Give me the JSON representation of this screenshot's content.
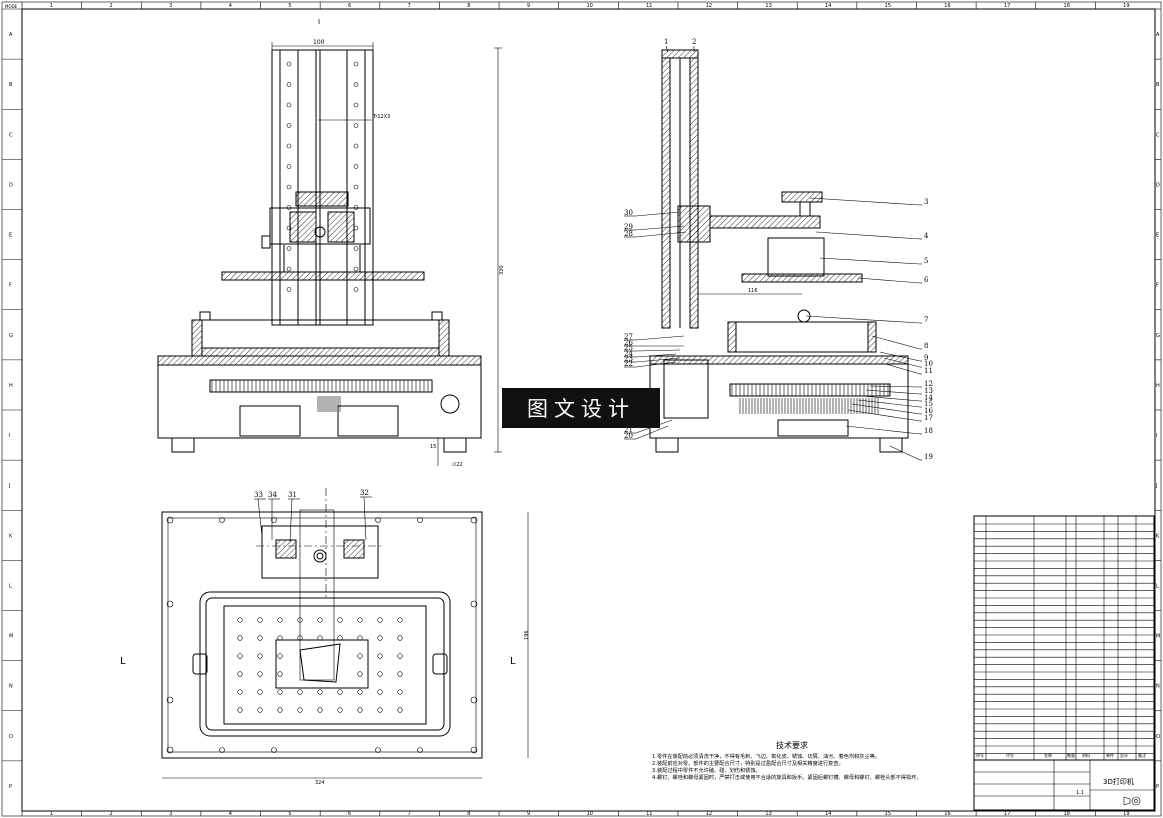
{
  "sheet": {
    "corner_label": "MODE",
    "col_labels": [
      "1",
      "2",
      "3",
      "4",
      "5",
      "6",
      "7",
      "8",
      "9",
      "10",
      "11",
      "12",
      "13",
      "14",
      "15",
      "16",
      "17",
      "18",
      "19"
    ],
    "row_labels": [
      "A",
      "B",
      "C",
      "D",
      "E",
      "F",
      "G",
      "H",
      "I",
      "J",
      "K",
      "L",
      "M",
      "N",
      "O",
      "P"
    ]
  },
  "front_view": {
    "marker": "I",
    "dim_top": "100",
    "screw_label": "Tr12X3",
    "dim_height": "330",
    "dim_foot": "15",
    "dim_foot_dia": "∅22"
  },
  "side_view": {
    "dim_arm": "116",
    "callouts": [
      "1",
      "2",
      "3",
      "4",
      "5",
      "6",
      "7",
      "8",
      "9",
      "10",
      "11",
      "12",
      "13",
      "14",
      "15",
      "16",
      "17",
      "18",
      "19",
      "20",
      "21",
      "22",
      "23",
      "24",
      "25",
      "26",
      "27",
      "28",
      "29",
      "30"
    ]
  },
  "top_view": {
    "callouts": [
      "33",
      "34",
      "31",
      "32"
    ],
    "dim_width": "324",
    "dim_height": "196",
    "section_left": "L",
    "section_right": "L"
  },
  "watermark": "图文设计",
  "tech_requirements": {
    "title": "技术要求",
    "lines": [
      "1.零件在装配前必须清洗干净，不得有毛刺、飞边、氧化皮、锈蚀、切屑、油污、着色剂和灰尘等。",
      "2.装配前应对零、部件的主要配合尺寸，特别是过盈配合尺寸及相关精度进行复查。",
      "3.装配过程中零件不允许磕、碰、划伤和锈蚀。",
      "4.螺钉、螺栓和螺母紧固时，严禁打击或使用不合适的旋具和扳手。紧固后螺钉槽、螺母和螺钉、螺栓头部不得损坏。"
    ]
  },
  "title_block": {
    "name": "3D打印机",
    "scale": "1:1"
  },
  "parts_list": {
    "header": [
      "序号",
      "代号",
      "名称",
      "数量",
      "材料",
      "单件",
      "总计",
      "备注"
    ]
  }
}
